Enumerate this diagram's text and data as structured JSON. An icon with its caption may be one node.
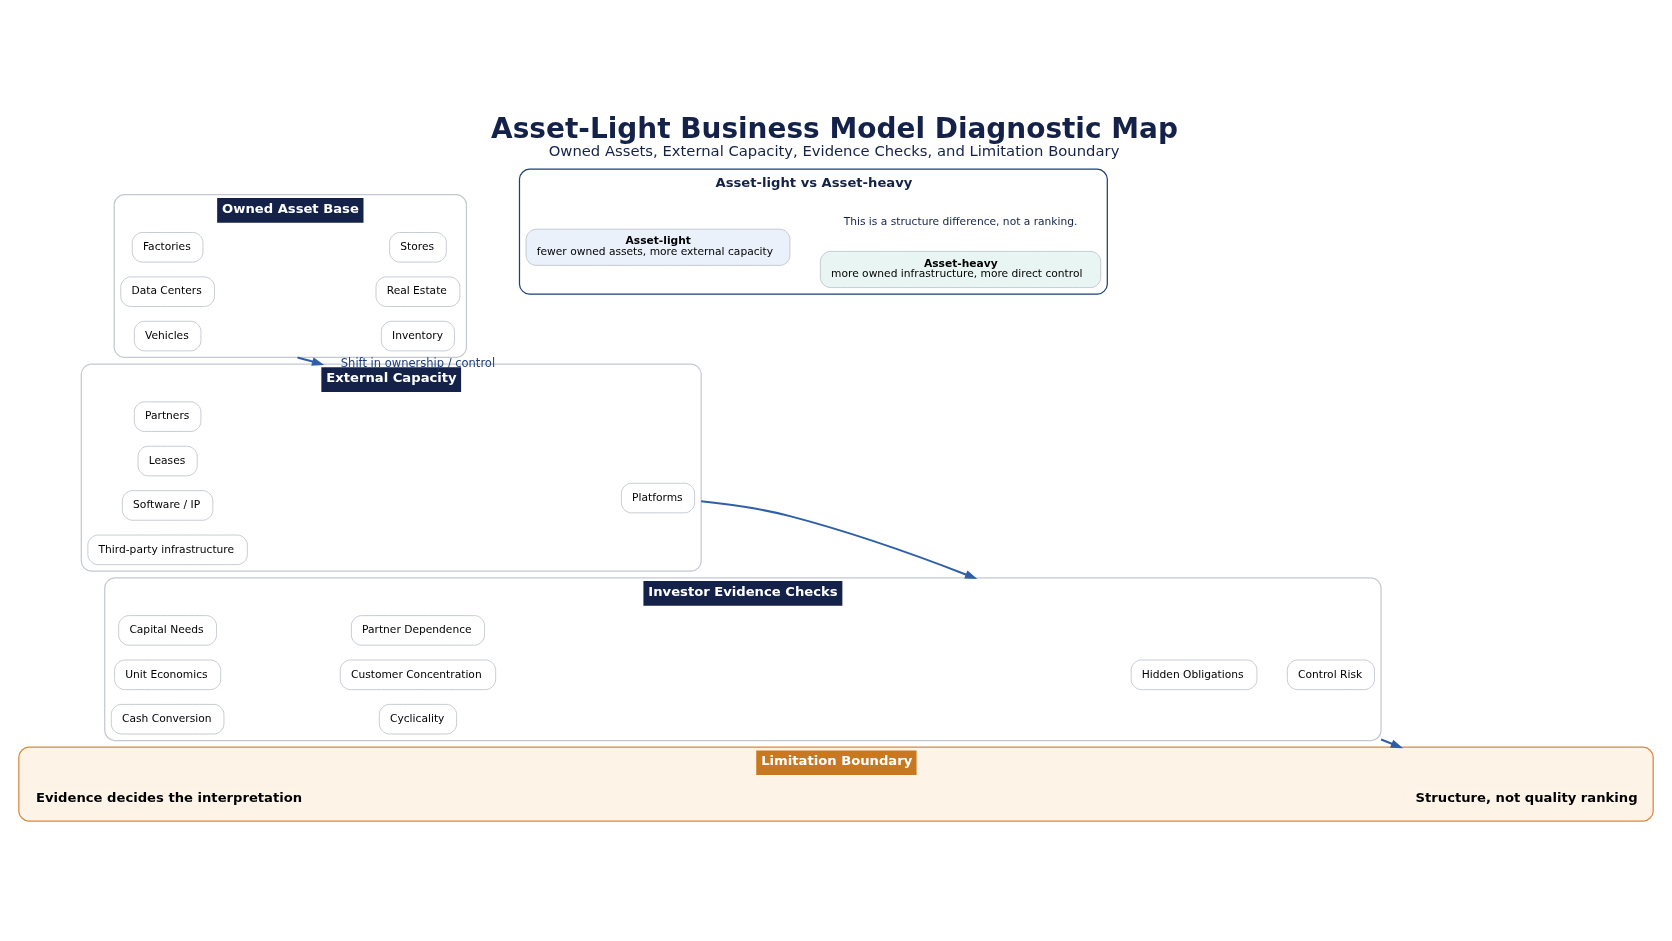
{
  "diagram": {
    "title": "Asset-Light Business Model Diagnostic Map",
    "caption": "Owned Assets, External Capacity, Evidence Checks, and Limitation Boundary",
    "nodes": [
      {
        "text": [
          "Owned Asset Base"
        ]
      },
      {
        "text": [
          "Factories"
        ],
        "in": 0
      },
      {
        "text": [
          "Stores"
        ],
        "in": 0
      },
      {
        "text": [
          "Vehicles"
        ],
        "in": 0
      },
      {
        "text": [
          "Inventory"
        ],
        "in": 0
      },
      {
        "text": [
          "Data Centers"
        ],
        "in": 0
      },
      {
        "text": [
          "Real Estate"
        ],
        "in": 0
      },
      {
        "text": [
          "External Capacity"
        ]
      },
      {
        "text": [
          "Partners"
        ],
        "in": 7
      },
      {
        "text": [
          "Leases"
        ],
        "in": 7
      },
      {
        "text": [
          "Platforms"
        ],
        "in": 7
      },
      {
        "text": [
          "Software / IP"
        ],
        "in": 7
      },
      {
        "text": [
          "Third-party infrastructure"
        ],
        "in": 7
      },
      {
        "text": [
          "Investor Evidence Checks"
        ]
      },
      {
        "text": [
          "Capital Needs"
        ],
        "in": 13
      },
      {
        "text": [
          "Partner Dependence"
        ],
        "in": 13
      },
      {
        "text": [
          "Hidden Obligations"
        ],
        "in": 13
      },
      {
        "text": [
          "Control Risk"
        ],
        "in": 13
      },
      {
        "text": [
          "Unit Economics"
        ],
        "in": 13
      },
      {
        "text": [
          "Customer Concentration"
        ],
        "in": 13
      },
      {
        "text": [
          "Cash Conversion"
        ],
        "in": 13
      },
      {
        "text": [
          "Cyclicality"
        ],
        "in": 13
      },
      {
        "text": [
          "Limitation Boundary"
        ]
      },
      {
        "text": [
          "Structure, not quality ranking"
        ],
        "in": 22
      },
      {
        "text": [
          "Evidence decides the interpretation"
        ],
        "in": 22
      },
      {
        "text": [
          "Asset-light vs Asset-heavy"
        ]
      },
      {
        "text": [
          "Asset-light",
          "fewer owned assets, more external capacity"
        ],
        "in": 25
      },
      {
        "text": [
          "Asset-heavy",
          "more owned infrastructure, more direct control"
        ],
        "in": 25
      }
    ],
    "edges": [
      {
        "from": 0,
        "to": 7,
        "arrow": "to",
        "label": "Shift in ownership / control"
      },
      {
        "from": 7,
        "to": 13,
        "arrow": "to"
      },
      {
        "from": 13,
        "to": 22,
        "arrow": "to"
      }
    ],
    "labels": [
      "This is a structure difference, not a ranking."
    ]
  }
}
